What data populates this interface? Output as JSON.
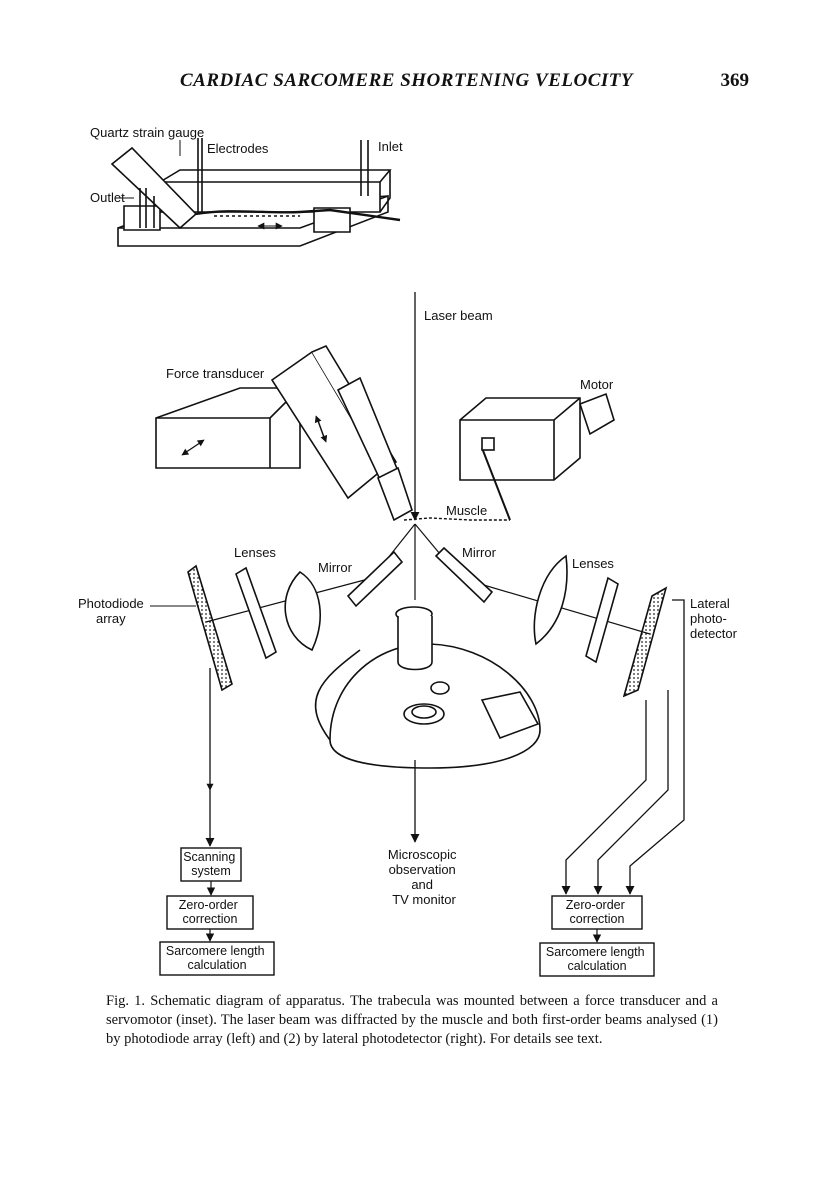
{
  "header": {
    "running_title": "CARDIAC SARCOMERE SHORTENING VELOCITY",
    "page_number": "369"
  },
  "inset_labels": {
    "quartz_strain_gauge": "Quartz strain gauge",
    "electrodes": "Electrodes",
    "inlet": "Inlet",
    "outlet": "Outlet"
  },
  "main_labels": {
    "laser_beam": "Laser beam",
    "force_transducer": "Force transducer",
    "motor": "Motor",
    "muscle": "Muscle",
    "lenses_left": "Lenses",
    "lenses_right": "Lenses",
    "mirror_left": "Mirror",
    "mirror_right": "Mirror",
    "photodiode_array": [
      "Photodiode",
      "array"
    ],
    "lateral_photodetector": [
      "Lateral",
      "photo-",
      "detector"
    ],
    "microscopic_observation": [
      "Microscopic",
      "observation",
      "and",
      "TV monitor"
    ]
  },
  "flow_left": {
    "scanning_system": [
      "Scanning",
      "system"
    ],
    "zero_order_correction": [
      "Zero-order",
      "correction"
    ],
    "sarcomere_length_calculation": [
      "Sarcomere length",
      "calculation"
    ]
  },
  "flow_right": {
    "zero_order_correction": [
      "Zero-order",
      "correction"
    ],
    "sarcomere_length_calculation": [
      "Sarcomere length",
      "calculation"
    ]
  },
  "caption": {
    "text": "Fig. 1. Schematic diagram of apparatus. The trabecula was mounted between a force transducer and a servomotor (inset). The laser beam was diffracted by the muscle and both first-order beams analysed (1) by photodiode array (left) and (2) by lateral photodetector (right). For details see text."
  }
}
